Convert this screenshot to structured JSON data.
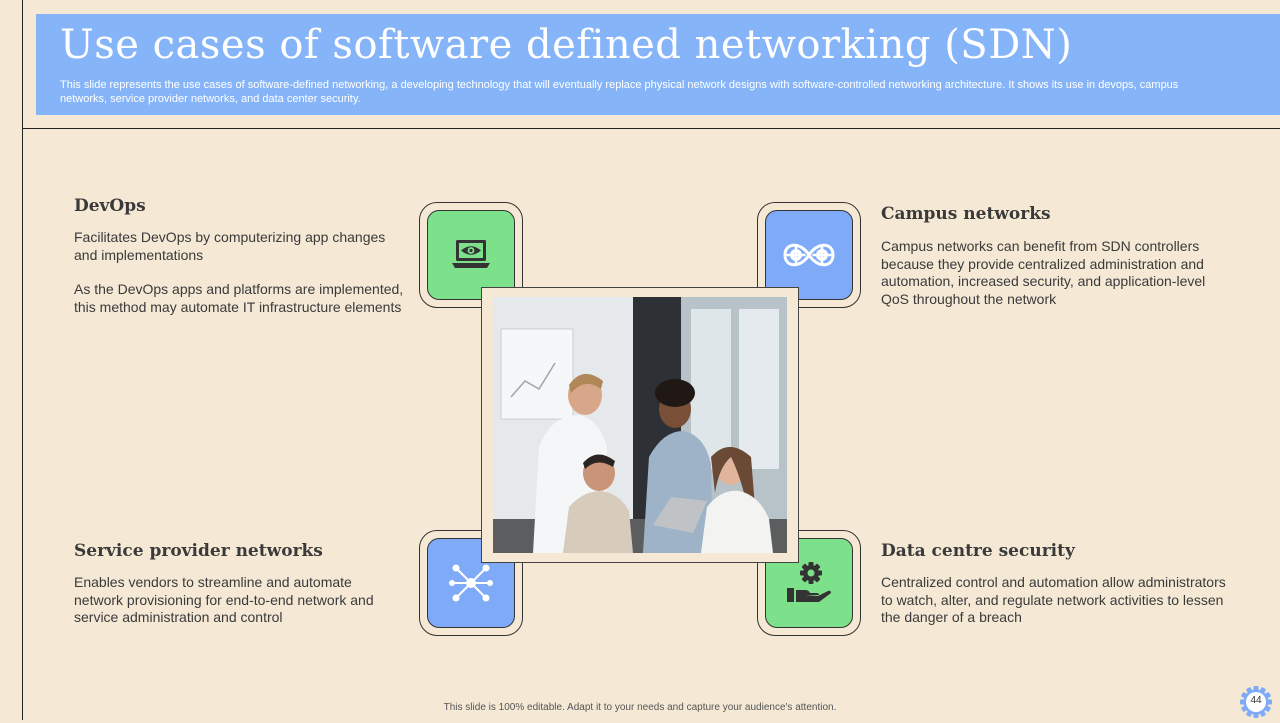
{
  "header": {
    "title": "Use cases of software defined networking (SDN)",
    "subtitle": "This slide represents the use cases of software-defined networking, a developing technology that will eventually replace physical network designs with software-controlled networking architecture. It shows its use in devops, campus networks, service provider networks, and data center security."
  },
  "sections": {
    "devops": {
      "title": "DevOps",
      "text1": "Facilitates DevOps by computerizing app changes and implementations",
      "text2": "As the DevOps apps and platforms are implemented, this method may automate IT infrastructure elements",
      "icon": "laptop-eye-icon"
    },
    "campus": {
      "title": "Campus networks",
      "text": "Campus networks can benefit from SDN controllers because they provide centralized administration and automation, increased security, and application-level QoS throughout the network",
      "icon": "gears-loop-icon"
    },
    "service": {
      "title": "Service provider networks",
      "text": "Enables vendors to streamline and automate network provisioning for end-to-end network and service administration and control",
      "icon": "network-hub-icon"
    },
    "datacentre": {
      "title": "Data centre security",
      "text": "Centralized control and automation allow administrators to watch, alter, and regulate network activities to lessen the danger of a breach",
      "icon": "hand-gear-icon"
    }
  },
  "colors": {
    "header": "#86b4f8",
    "background": "#f5e9d6",
    "tile_green": "#7de08a",
    "tile_blue": "#7faaf7"
  },
  "footer": {
    "text": "This slide is 100% editable. Adapt it to your needs and capture your audience's attention.",
    "page_number": "44"
  }
}
